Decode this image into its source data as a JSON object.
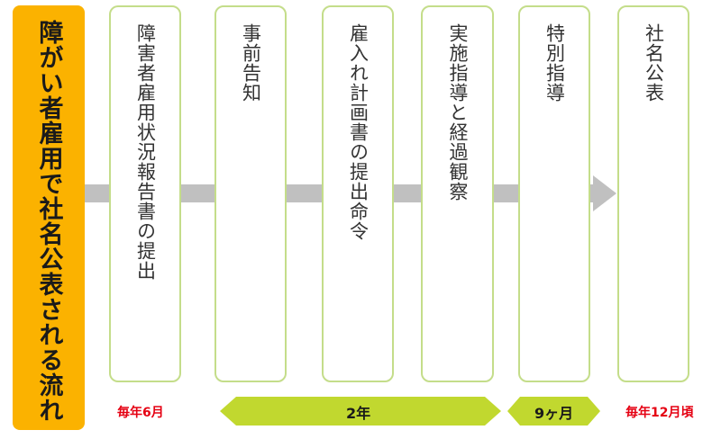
{
  "title": "障がい者雇用で社名公表される流れ",
  "steps": [
    {
      "label": "障害者雇用状況報告書の提出"
    },
    {
      "label": "事前告知"
    },
    {
      "label": "雇入れ計画書の提出命令"
    },
    {
      "label": "実施指導と経過観察"
    },
    {
      "label": "特別指導"
    },
    {
      "label": "社名公表"
    }
  ],
  "timings": {
    "start": "毎年6月",
    "end": "毎年12月頃"
  },
  "ranges": {
    "two_years": "2年",
    "nine_months": "9ヶ月"
  },
  "colors": {
    "title_bg": "#fbb200",
    "step_border": "#c4dd8a",
    "range_fill": "#c1d82f",
    "arrow": "#c0c0c0",
    "timing_text": "#e50012"
  }
}
